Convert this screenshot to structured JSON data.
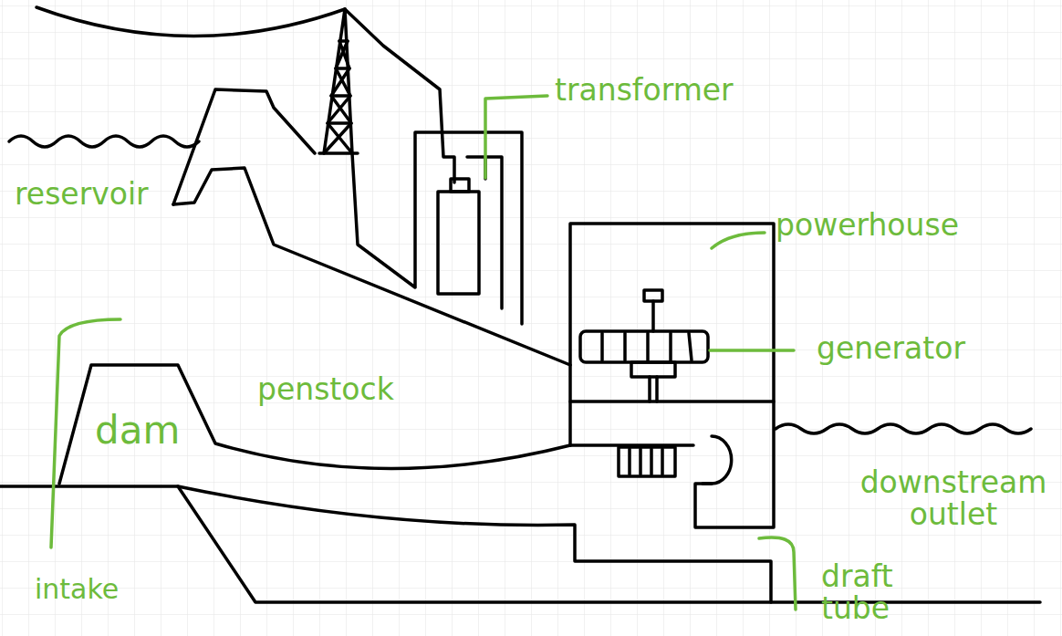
{
  "diagram": {
    "labels": [
      "transformer",
      "reservoir",
      "powerhouse",
      "generator",
      "penstock",
      "dam",
      "intake",
      "downstream outlet",
      "draft tube"
    ]
  }
}
